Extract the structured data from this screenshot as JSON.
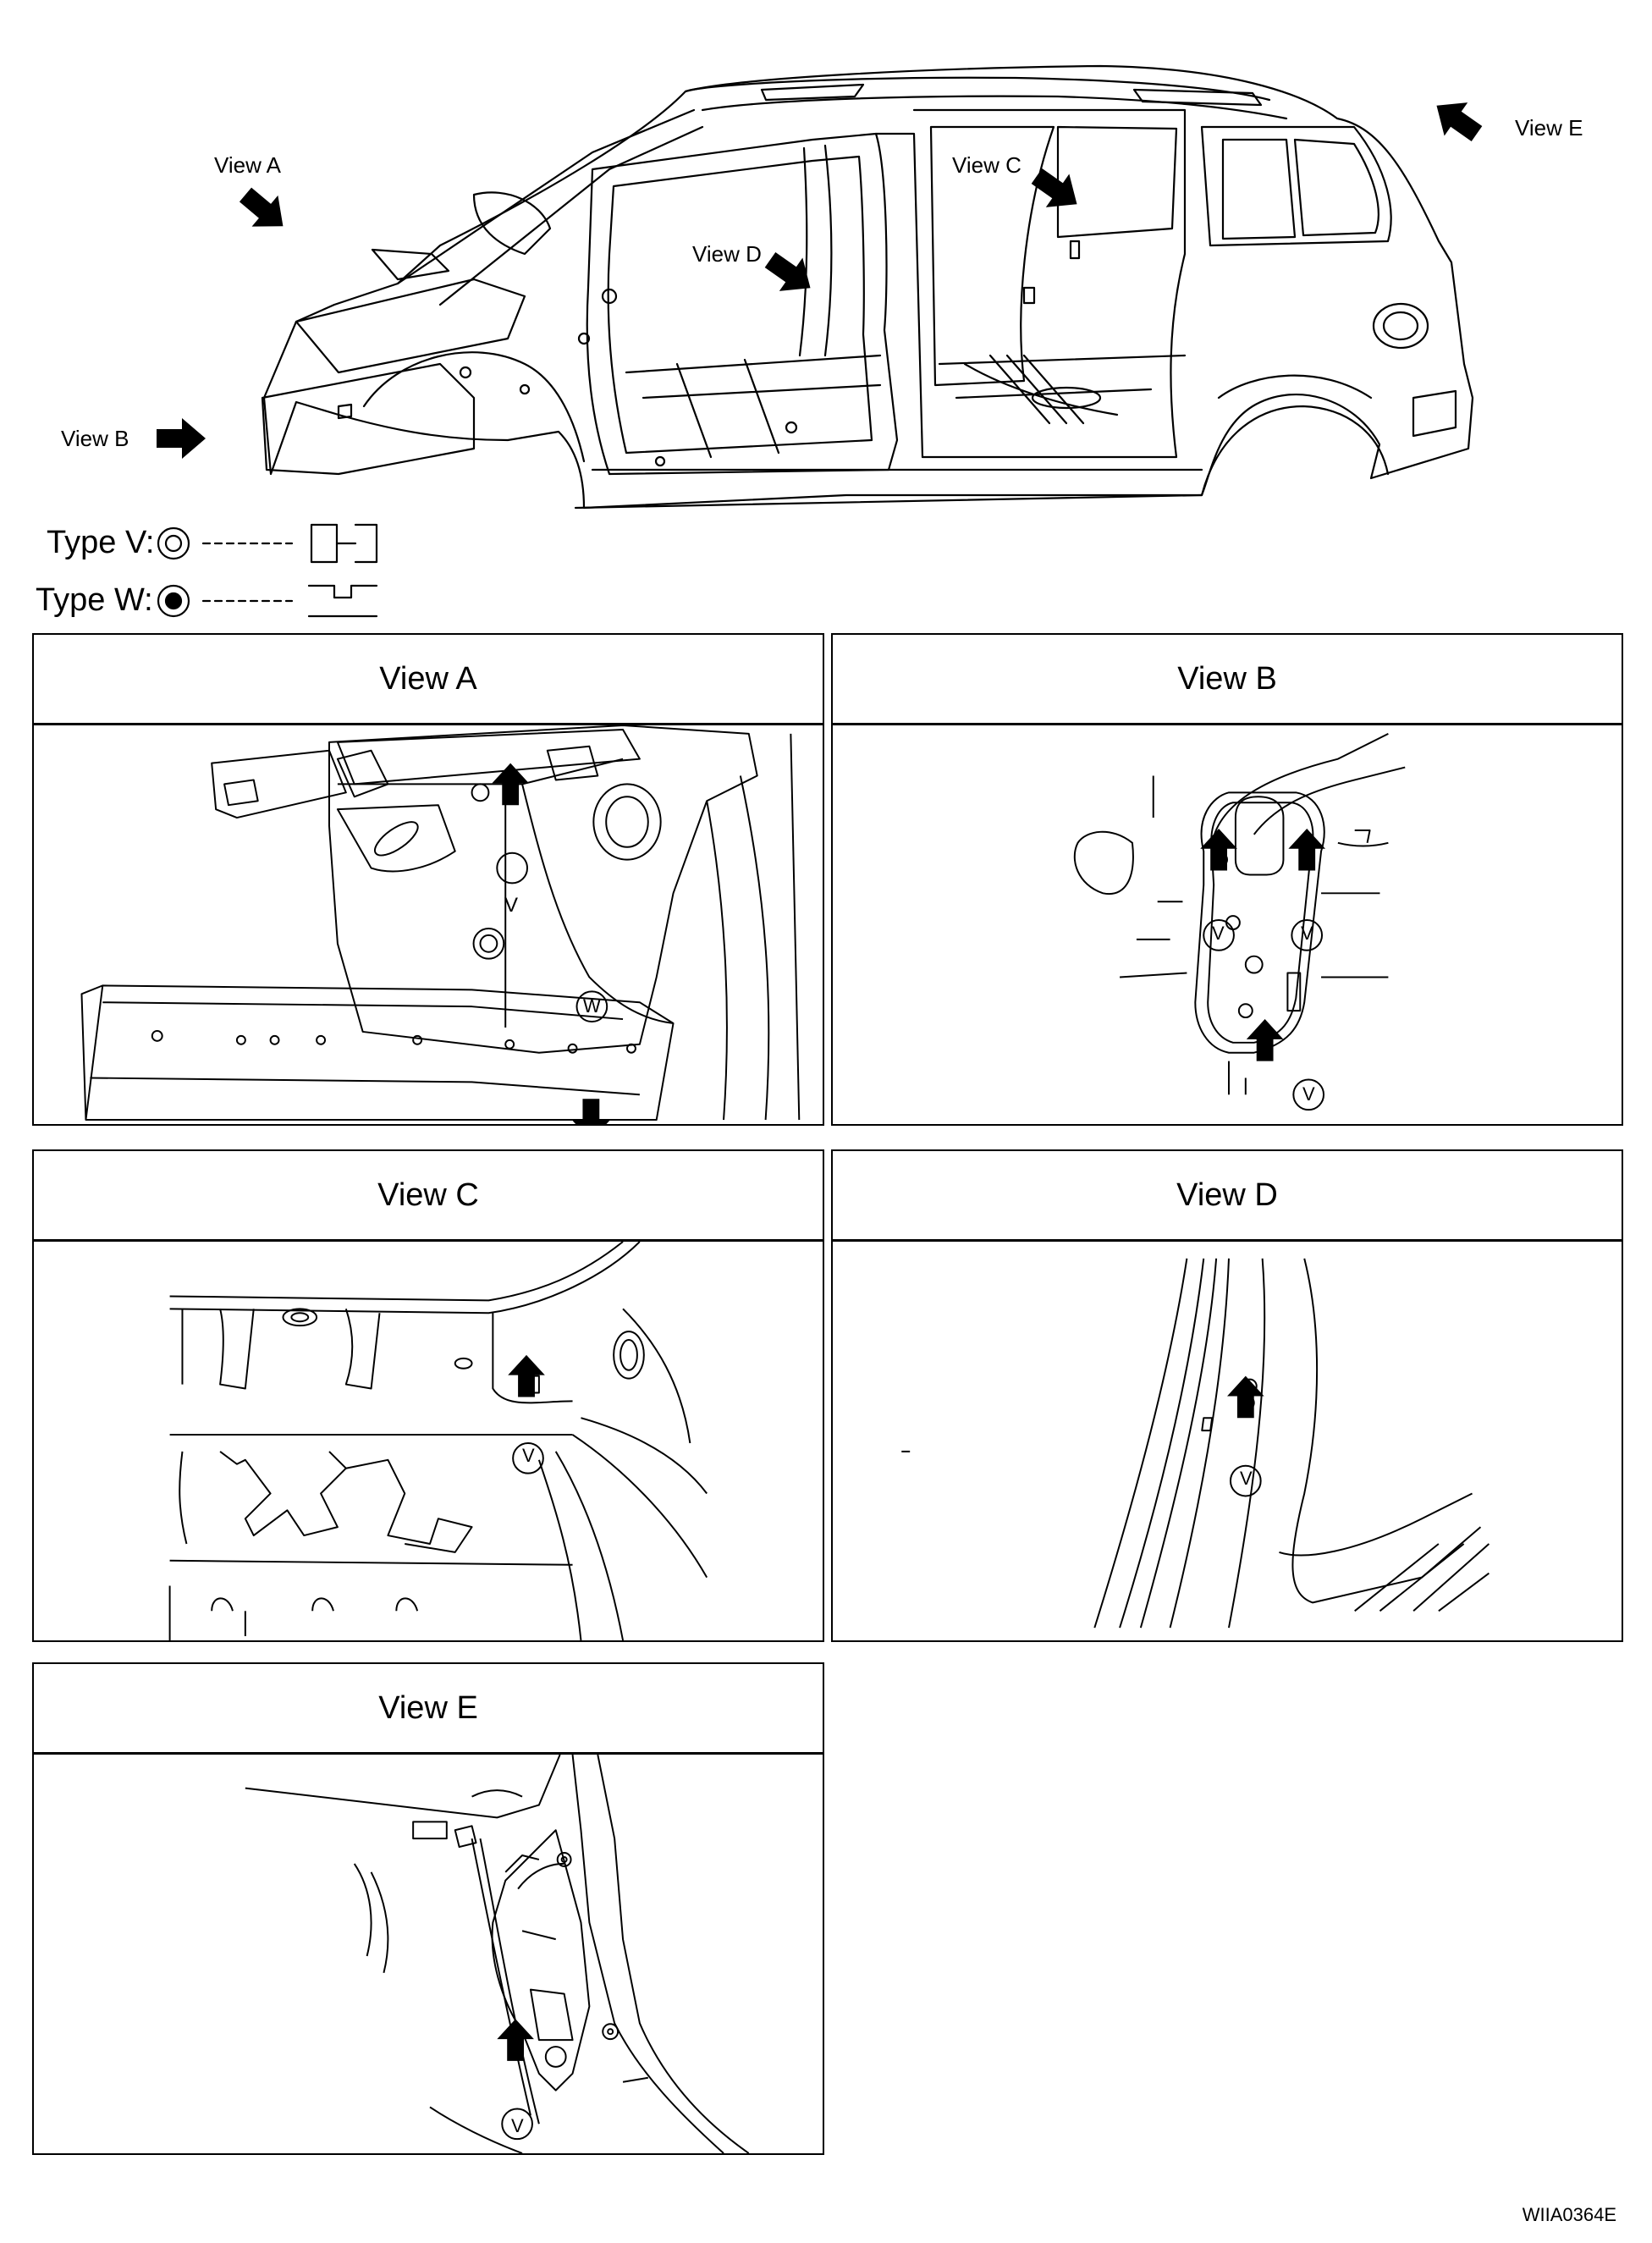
{
  "callouts": {
    "view_a": "View A",
    "view_b": "View B",
    "view_c": "View C",
    "view_d": "View D",
    "view_e": "View E"
  },
  "legend": {
    "type_v": "Type V:",
    "type_w": "Type W:"
  },
  "panels": [
    {
      "title": "View A"
    },
    {
      "title": "View B"
    },
    {
      "title": "View C"
    },
    {
      "title": "View D"
    },
    {
      "title": "View E"
    }
  ],
  "markers": {
    "v": "V",
    "w": "W"
  },
  "figure_code": "WIIA0364E"
}
